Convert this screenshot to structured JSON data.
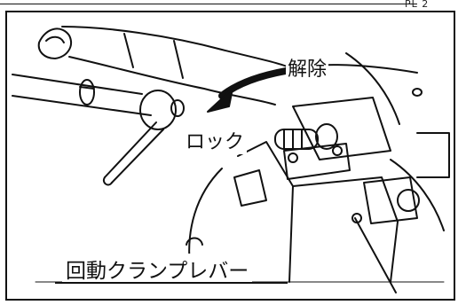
{
  "header": {
    "corner_mark": "PL 2"
  },
  "labels": {
    "release": "解除",
    "lock": "ロック",
    "lever": "回動クランプレバー"
  },
  "colors": {
    "ink": "#111111",
    "paper": "#ffffff"
  }
}
